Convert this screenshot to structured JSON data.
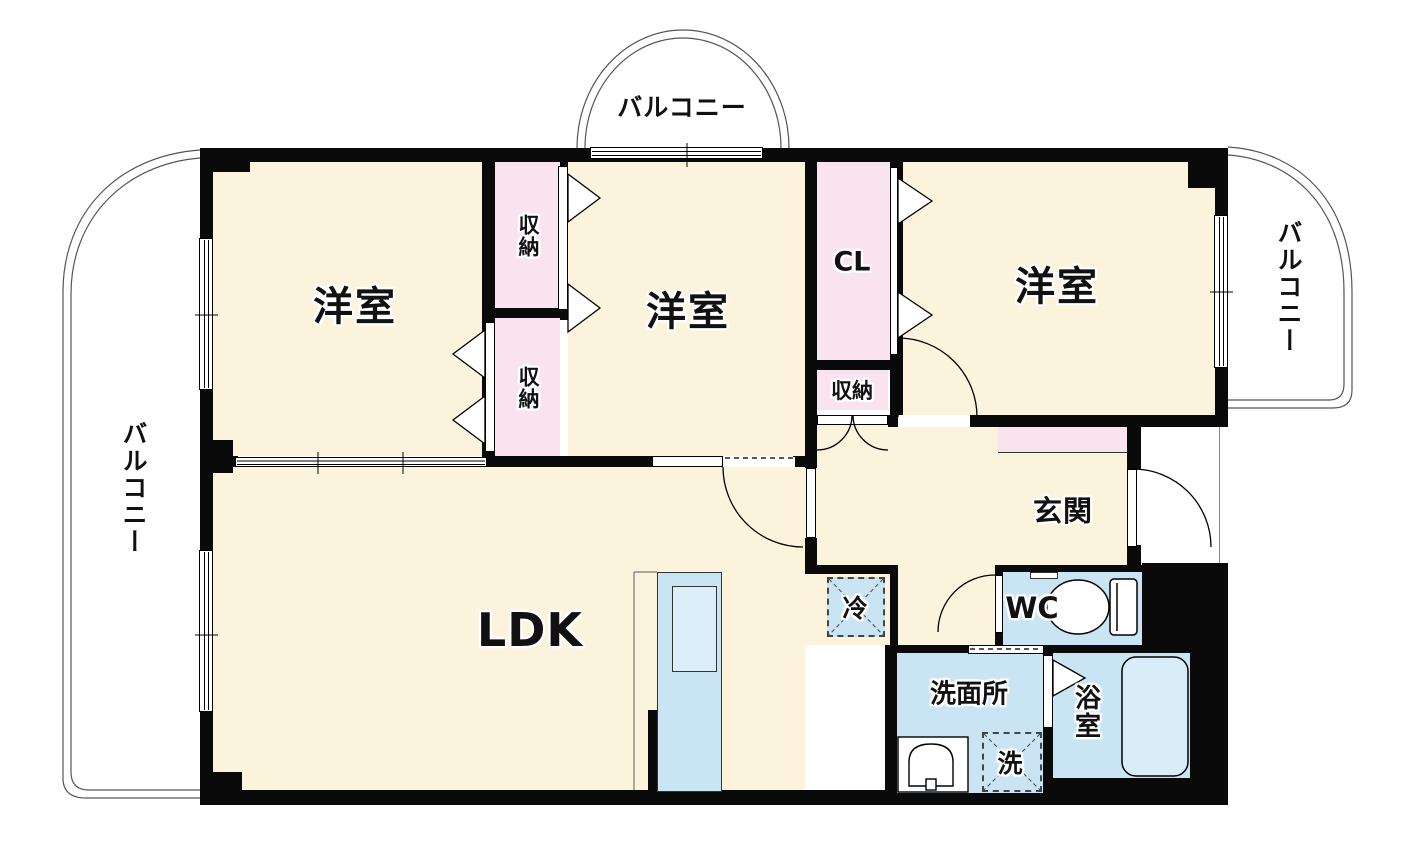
{
  "rooms": {
    "room1": "洋室",
    "room2": "洋室",
    "room3": "洋室",
    "ldk": "LDK",
    "genkan": "玄関",
    "wc": "WC",
    "senmenjo": "洗面所",
    "yokushitsu": "浴室",
    "cl": "CL",
    "shuno_top": "収納",
    "shuno_bottom": "収納",
    "shuno_hall": "収納",
    "rei": "冷",
    "sen": "洗",
    "balcony_top": "バルコニー",
    "balcony_left": "バルコニー",
    "balcony_right": "バルコニー"
  },
  "colors": {
    "floor": "#FCF3DD",
    "closet": "#F9E3EF",
    "water": "#C9E5F3",
    "wall": "#0A0A0A"
  }
}
